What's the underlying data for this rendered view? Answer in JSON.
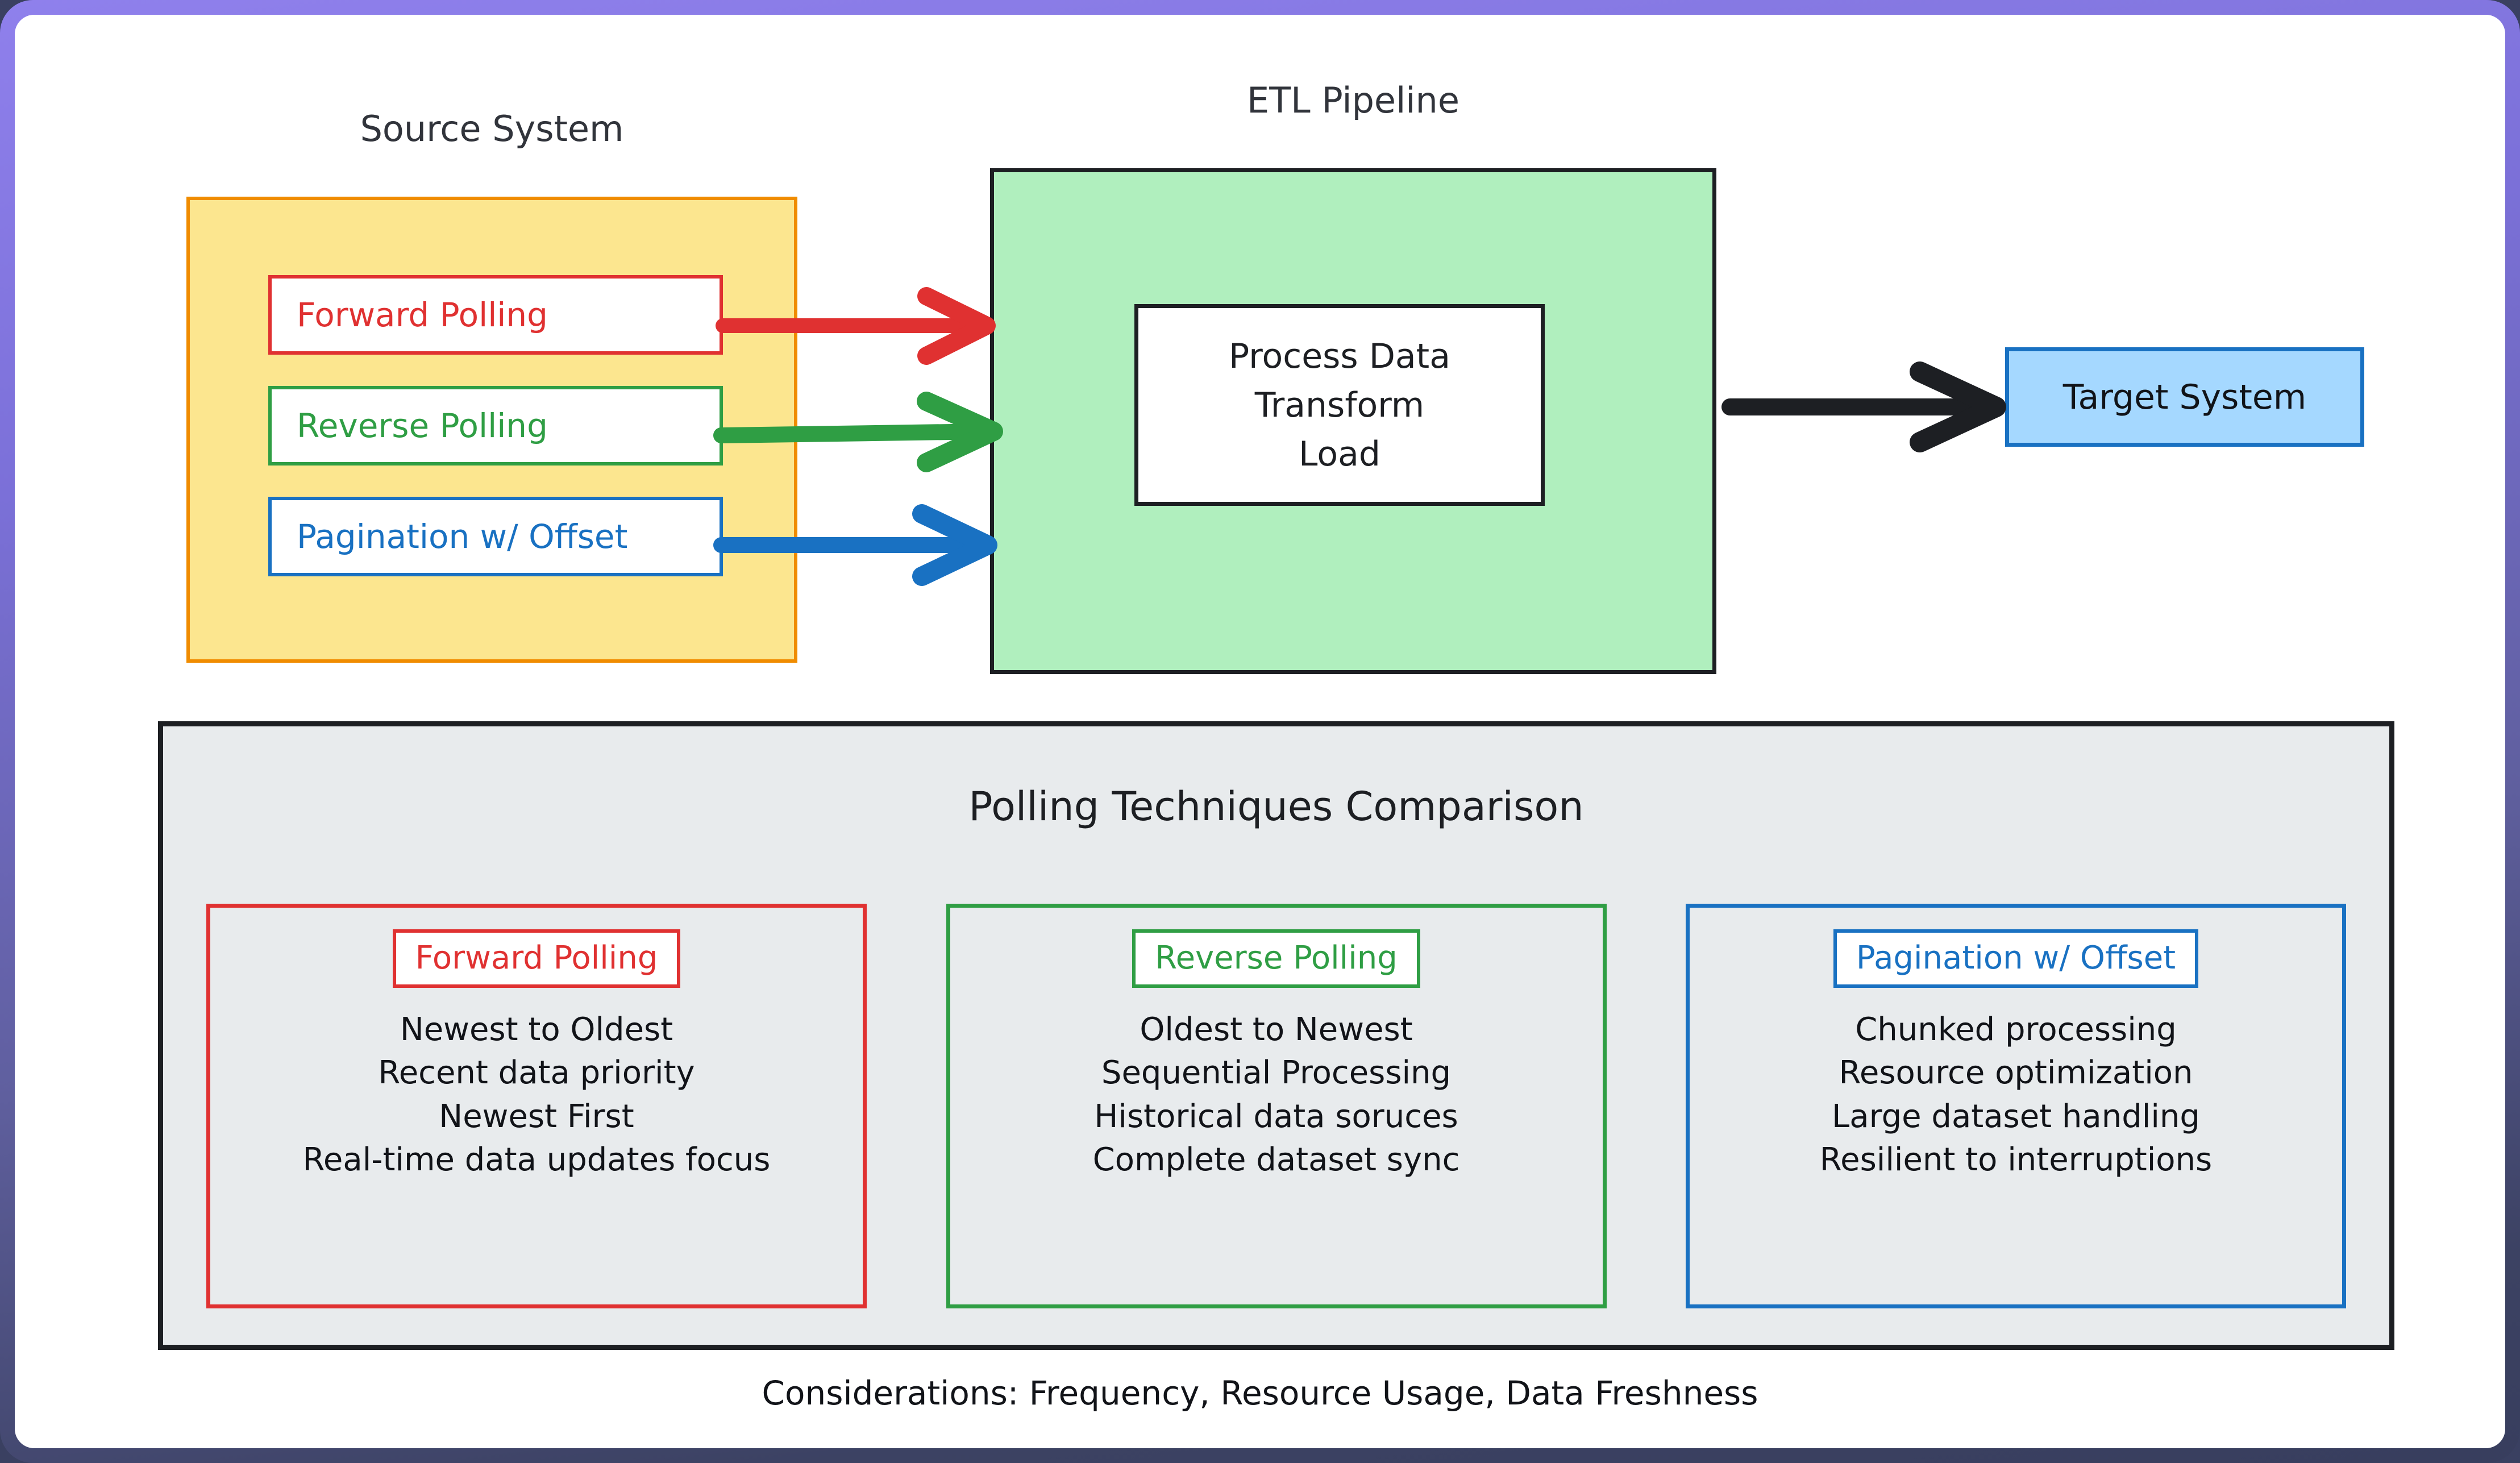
{
  "theme": {
    "frame_gradient_start": "#8f80ec",
    "frame_gradient_end": "#383e5e",
    "canvas_bg": "#ffffff",
    "source_fill": "#fce68f",
    "source_border": "#f08c00",
    "etl_fill": "#b0efbe",
    "etl_border": "#1d1f23",
    "target_fill": "#a5d8ff",
    "target_border": "#1971c2",
    "panel_fill": "#e8ebed",
    "panel_border": "#1d1f23",
    "red": "#e03131",
    "green": "#2f9e44",
    "blue": "#1971c2",
    "black_arrow": "#1d1f23",
    "text_dark": "#111318",
    "title_gray": "#31343b"
  },
  "source_system": {
    "title": "Source System",
    "items": [
      {
        "label": "Forward Polling",
        "color_key": "red",
        "arrow_color": "#e03131"
      },
      {
        "label": "Reverse Polling",
        "color_key": "green",
        "arrow_color": "#2f9e44"
      },
      {
        "label": "Pagination w/ Offset",
        "color_key": "blue",
        "arrow_color": "#1971c2"
      }
    ]
  },
  "etl_pipeline": {
    "title": "ETL Pipeline",
    "process_box": {
      "lines": [
        "Process Data",
        "Transform",
        "Load"
      ]
    }
  },
  "target_system": {
    "label": "Target System"
  },
  "comparison": {
    "title": "Polling Techniques Comparison",
    "cards": [
      {
        "heading": "Forward Polling",
        "color_key": "red",
        "points": [
          "Newest to Oldest",
          "Recent data priority",
          "Newest First",
          "Real-time data updates focus"
        ]
      },
      {
        "heading": "Reverse Polling",
        "color_key": "green",
        "points": [
          "Oldest to Newest",
          "Sequential Processing",
          "Historical data soruces",
          "Complete dataset sync"
        ]
      },
      {
        "heading": "Pagination w/ Offset",
        "color_key": "blue",
        "points": [
          "Chunked processing",
          "Resource optimization",
          "Large dataset handling",
          "Resilient to interruptions"
        ]
      }
    ]
  },
  "footer": {
    "text": "Considerations: Frequency, Resource Usage, Data Freshness"
  }
}
